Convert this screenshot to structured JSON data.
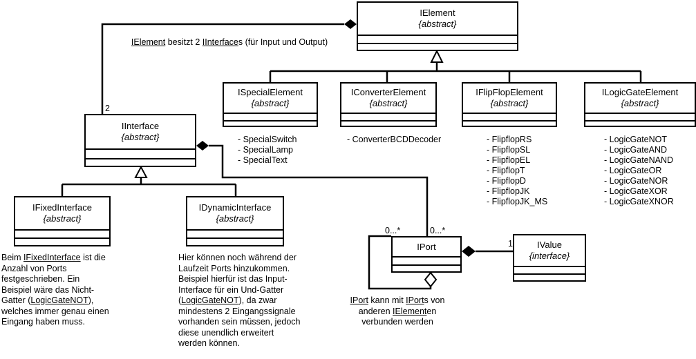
{
  "classes": {
    "ielement": {
      "name": "IElement",
      "stereotype": "{abstract}"
    },
    "ispecial": {
      "name": "ISpecialElement",
      "stereotype": "{abstract}"
    },
    "iconverter": {
      "name": "IConverterElement",
      "stereotype": "{abstract}"
    },
    "iflipflop": {
      "name": "IFlipFlopElement",
      "stereotype": "{abstract}"
    },
    "ilogicgate": {
      "name": "ILogicGateElement",
      "stereotype": "{abstract}"
    },
    "iinterface": {
      "name": "IInterface",
      "stereotype": "{abstract}"
    },
    "ifixed": {
      "name": "IFixedInterface",
      "stereotype": "{abstract}"
    },
    "idynamic": {
      "name": "IDynamicInterface",
      "stereotype": "{abstract}"
    },
    "iport": {
      "name": "IPort"
    },
    "ivalue": {
      "name": "IValue",
      "stereotype": "{interface}"
    }
  },
  "lists": {
    "special": [
      "- SpecialSwitch",
      "- SpecialLamp",
      "- SpecialText"
    ],
    "converter": [
      "- ConverterBCDDecoder"
    ],
    "flipflop": [
      "- FlipflopRS",
      "- FlipflopSL",
      "- FlipflopEL",
      "- FlipflopT",
      "- FlipflopD",
      "- FlipflopJK",
      "- FlipflopJK_MS"
    ],
    "logicgate": [
      "- LogicGateNOT",
      "- LogicGateAND",
      "- LogicGateNAND",
      "- LogicGateOR",
      "- LogicGateNOR",
      "- LogicGateXOR",
      "- LogicGateXNOR"
    ]
  },
  "labels": {
    "ielement_owns": {
      "a": "IElement",
      "b": " besitzt 2 ",
      "c": "IInterface",
      "d": "s (für Input und Output)"
    },
    "mult_2": "2",
    "mult_self": "0...*",
    "mult_iport": "0...*",
    "mult_ivalue": "1"
  },
  "notes": {
    "fixed": {
      "p1": "Beim ",
      "u1": "IFixedInterface",
      "p2": " ist die Anzahl von Ports festgeschrieben. Ein Beispiel wäre das Nicht-Gatter (",
      "u2": "LogicGateNOT",
      "p3": "), welches immer genau einen Eingang haben muss."
    },
    "dynamic": {
      "p1": "Hier können noch während der Laufzeit Ports hinzukommen. Beispiel hierfür ist das Input-Interface für ein Und-Gatter (",
      "u1": "LogicGateNOT",
      "p2": "), da zwar mindestens 2 Eingangssignale vorhanden sein müssen, jedoch diese unendlich erweitert werden können."
    },
    "iport": {
      "u1": "IPort",
      "p1": " kann mit ",
      "u2": "IPort",
      "p2": "s von anderen ",
      "u3": "IElement",
      "p3": "en verbunden werden"
    }
  }
}
